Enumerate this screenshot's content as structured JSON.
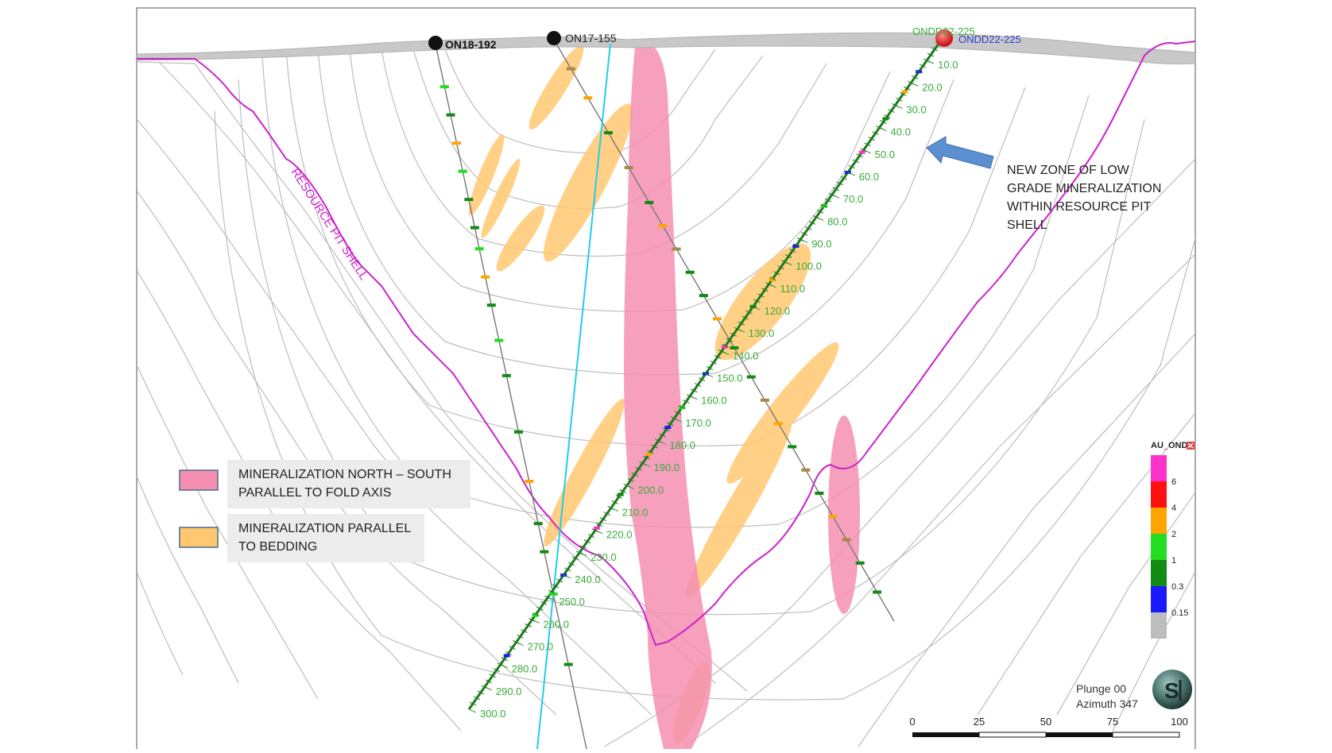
{
  "holes": {
    "on18": "ON18-192",
    "on17": "ON17-155",
    "ondd_a": "ONDD22-225",
    "ondd_b": "ONDD22-225"
  },
  "depth_labels": [
    "10.0",
    "20.0",
    "30.0",
    "40.0",
    "50.0",
    "60.0",
    "70.0",
    "80.0",
    "90.0",
    "100.0",
    "110.0",
    "120.0",
    "130.0",
    "140.0",
    "150.0",
    "160.0",
    "170.0",
    "180.0",
    "190.0",
    "200.0",
    "210.0",
    "220.0",
    "230.0",
    "240.0",
    "250.0",
    "260.0",
    "270.0",
    "280.0",
    "290.0",
    "300.0"
  ],
  "pit_shell_label": "RESOURCE PIT SHELL",
  "annotation": {
    "lines": [
      "NEW ZONE OF LOW",
      "GRADE MINERALIZATION",
      "WITHIN RESOURCE PIT",
      "SHELL"
    ]
  },
  "legend": {
    "pink": {
      "line1": "MINERALIZATION NORTH – SOUTH",
      "line2": "PARALLEL TO FOLD AXIS",
      "color": "#f48fb1"
    },
    "orange": {
      "line1": "MINERALIZATION PARALLEL",
      "line2": "TO BEDDING",
      "color": "#ffc870"
    }
  },
  "grade_legend": {
    "title": "AU_OND",
    "labels": [
      "6",
      "4",
      "2",
      "1",
      "0.3",
      "0.15"
    ],
    "colors": [
      "#ff33cc",
      "#ff1111",
      "#ffa500",
      "#22dd22",
      "#138a13",
      "#1a1aff",
      "#bdbdbd"
    ]
  },
  "view": {
    "plunge": "Plunge 00",
    "azimuth": "Azimuth 347",
    "logo": "S"
  },
  "scale_bar": {
    "ticks": [
      "0",
      "25",
      "50",
      "75",
      "100"
    ]
  },
  "colors": {
    "pit_shell": "#cc22cc",
    "topography": "#c8c8c8",
    "contours": "#bdbdbd",
    "cyan_hole": "#22ccee",
    "depth_text": "#3aaa3a",
    "hole_label_blue": "#2a3fcc",
    "hole_label_green": "#3aaa3a",
    "arrow": "#5b8fd0"
  }
}
